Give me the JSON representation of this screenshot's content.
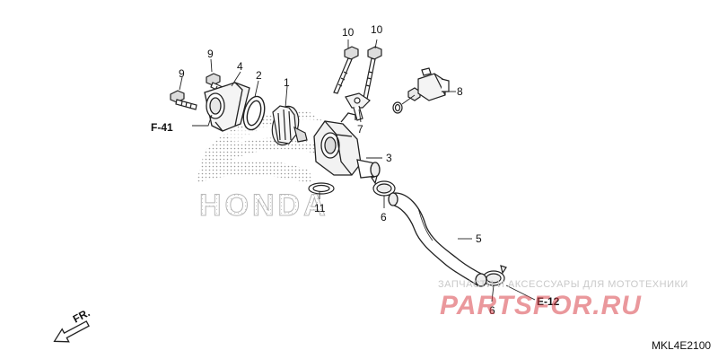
{
  "diagram": {
    "code": "MKL4E2100",
    "brand": "HONDA",
    "front_label": "FR.",
    "refs": {
      "f41": "F-41",
      "e12": "E-12"
    },
    "callouts": {
      "c1": "1",
      "c2": "2",
      "c3": "3",
      "c4": "4",
      "c5": "5",
      "c6a": "6",
      "c6b": "6",
      "c7": "7",
      "c8": "8",
      "c9a": "9",
      "c9b": "9",
      "c10a": "10",
      "c10b": "10",
      "c11": "11"
    }
  },
  "watermark": {
    "tagline": "ЗАПЧАСТИ И АКСЕССУАРЫ ДЛЯ МОТОТЕХНИКИ",
    "logo": "PARTSFOR.RU",
    "color": "#d9434a"
  }
}
